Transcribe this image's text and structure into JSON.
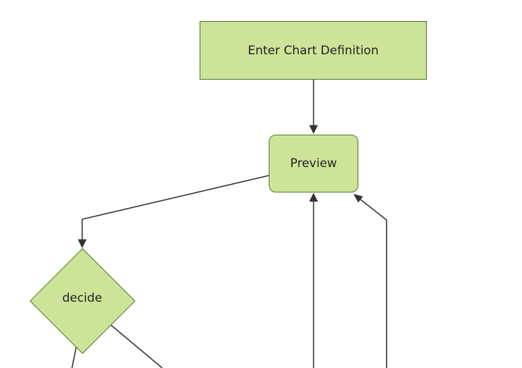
{
  "diagram": {
    "type": "flowchart",
    "nodes": [
      {
        "id": "enter-chart-definition",
        "label": "Enter Chart Definition",
        "shape": "rectangle"
      },
      {
        "id": "preview",
        "label": "Preview",
        "shape": "rounded-rectangle"
      },
      {
        "id": "decide",
        "label": "decide",
        "shape": "diamond"
      }
    ],
    "edges": [
      {
        "from": "enter-chart-definition",
        "to": "preview",
        "arrowhead": "filled-triangle"
      },
      {
        "from": "preview",
        "to": "decide",
        "arrowhead": "filled-triangle"
      },
      {
        "from": "offscreen-bottom-1",
        "to": "preview",
        "arrowhead": "filled-triangle"
      },
      {
        "from": "offscreen-bottom-2",
        "to": "preview",
        "arrowhead": "filled-triangle"
      },
      {
        "from": "decide",
        "to": "offscreen-bottom-left",
        "arrowhead": "none-visible"
      },
      {
        "from": "decide",
        "to": "offscreen-bottom-right",
        "arrowhead": "none-visible"
      }
    ],
    "colors": {
      "node_fill": "#cde498",
      "node_border": "#4a772a",
      "edge_line": "#333333",
      "text": "#222222",
      "background": "#ffffff"
    }
  }
}
